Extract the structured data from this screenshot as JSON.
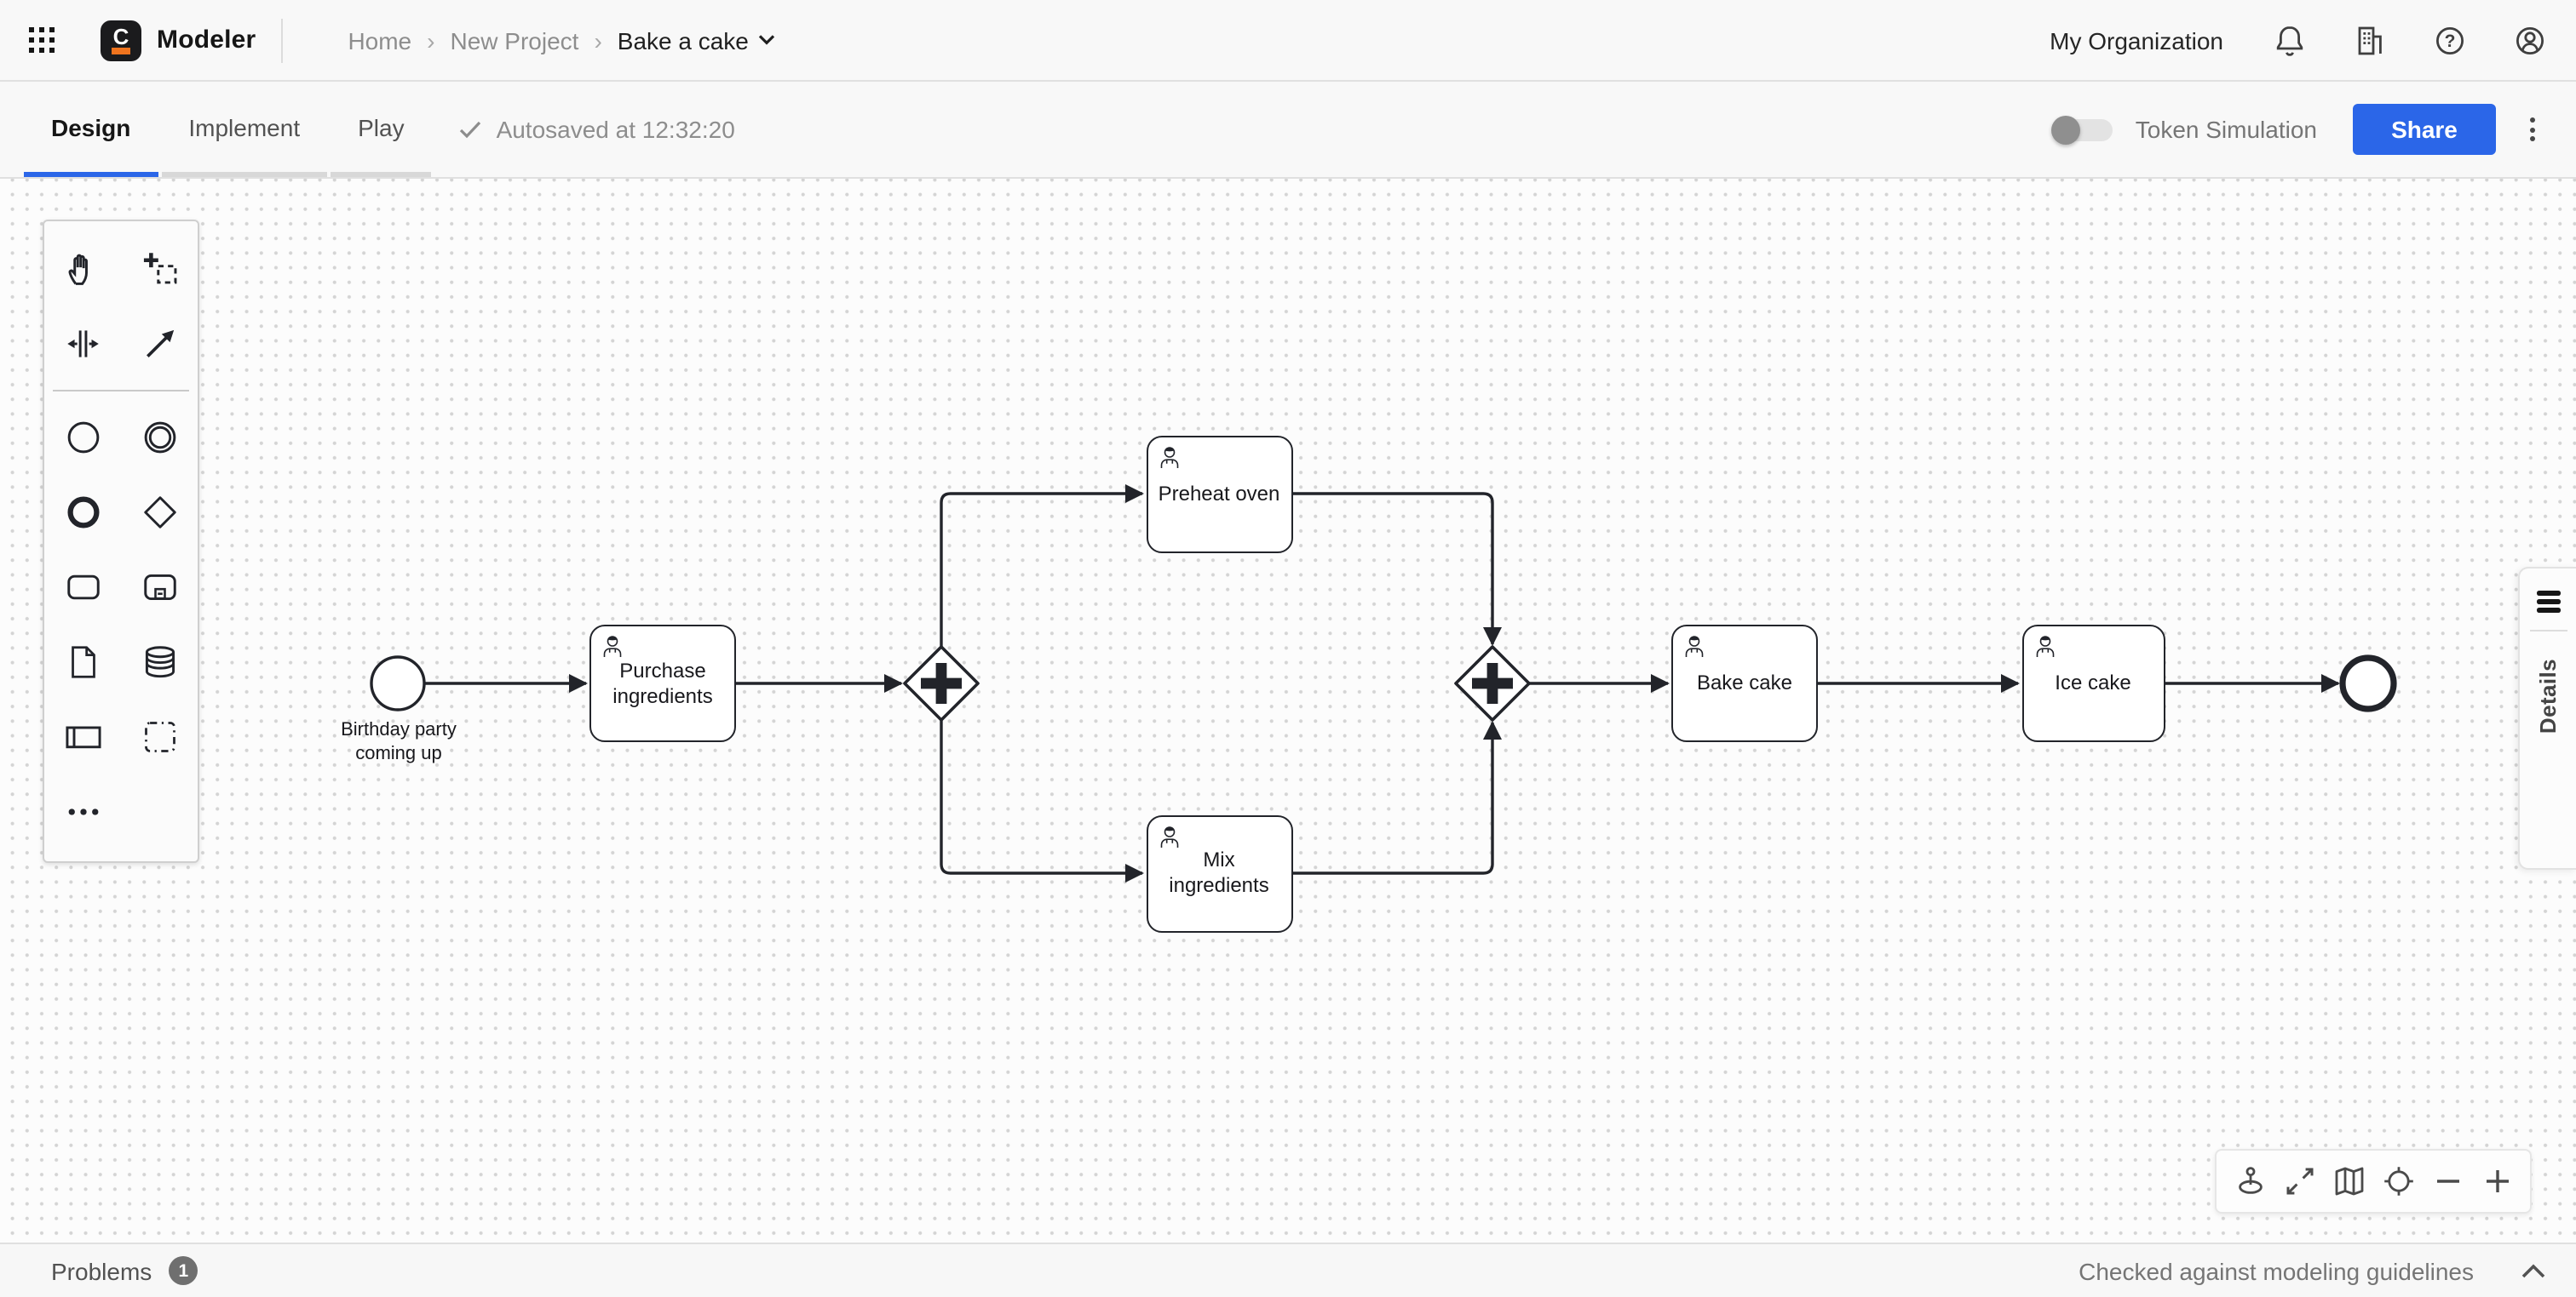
{
  "colors": {
    "accent_blue": "#2B66E8",
    "diagram_stroke": "#22242A",
    "canvas_bg": "#FCFCFC",
    "chrome_bg": "#F8F8F8",
    "badge_gray": "#6F6F6F",
    "logo_black": "#1B1B1D",
    "logo_orange": "#F0741E"
  },
  "header": {
    "logo_letter": "C",
    "app_name": "Modeler",
    "breadcrumb": {
      "home": "Home",
      "project": "New Project",
      "file": "Bake a cake",
      "separator": "›"
    },
    "org_name": "My Organization",
    "help_glyph": "?"
  },
  "tabbar": {
    "tabs": [
      {
        "label": "Design",
        "active": true
      },
      {
        "label": "Implement",
        "active": false
      },
      {
        "label": "Play",
        "active": false
      }
    ],
    "autosave_text": "Autosaved at 12:32:20",
    "token_simulation_label": "Token Simulation",
    "token_simulation_enabled": false,
    "share_label": "Share"
  },
  "palette": {
    "tools": [
      "hand-tool",
      "lasso-tool",
      "space-tool",
      "global-connect-tool",
      "create-start-event",
      "create-intermediate-event",
      "create-end-event",
      "create-gateway",
      "create-task",
      "create-subprocess",
      "create-data-object",
      "create-data-store",
      "create-participant",
      "create-group",
      "more-elements"
    ]
  },
  "diagram": {
    "process_name": "Bake a cake",
    "nodes": [
      {
        "id": "start",
        "type": "start-event",
        "label": "Birthday party coming up"
      },
      {
        "id": "purchase",
        "type": "user-task",
        "label": "Purchase ingredients"
      },
      {
        "id": "split-gateway",
        "type": "parallel-gateway",
        "label": ""
      },
      {
        "id": "preheat",
        "type": "user-task",
        "label": "Preheat oven"
      },
      {
        "id": "mix",
        "type": "user-task",
        "label": "Mix ingredients"
      },
      {
        "id": "join-gateway",
        "type": "parallel-gateway",
        "label": ""
      },
      {
        "id": "bake",
        "type": "user-task",
        "label": "Bake cake"
      },
      {
        "id": "ice",
        "type": "user-task",
        "label": "Ice cake"
      },
      {
        "id": "end",
        "type": "end-event",
        "label": ""
      }
    ],
    "flows": [
      {
        "from": "start",
        "to": "purchase"
      },
      {
        "from": "purchase",
        "to": "split-gateway"
      },
      {
        "from": "split-gateway",
        "to": "preheat"
      },
      {
        "from": "split-gateway",
        "to": "mix"
      },
      {
        "from": "preheat",
        "to": "join-gateway"
      },
      {
        "from": "mix",
        "to": "join-gateway"
      },
      {
        "from": "join-gateway",
        "to": "bake"
      },
      {
        "from": "bake",
        "to": "ice"
      },
      {
        "from": "ice",
        "to": "end"
      }
    ]
  },
  "canvas_controls": [
    "pin-canvas",
    "fit-viewport",
    "minimap",
    "reset-zoom",
    "zoom-out",
    "zoom-in"
  ],
  "details_panel": {
    "label": "Details"
  },
  "statusbar": {
    "problems_label": "Problems",
    "problems_count": "1",
    "right_text": "Checked against modeling guidelines"
  }
}
